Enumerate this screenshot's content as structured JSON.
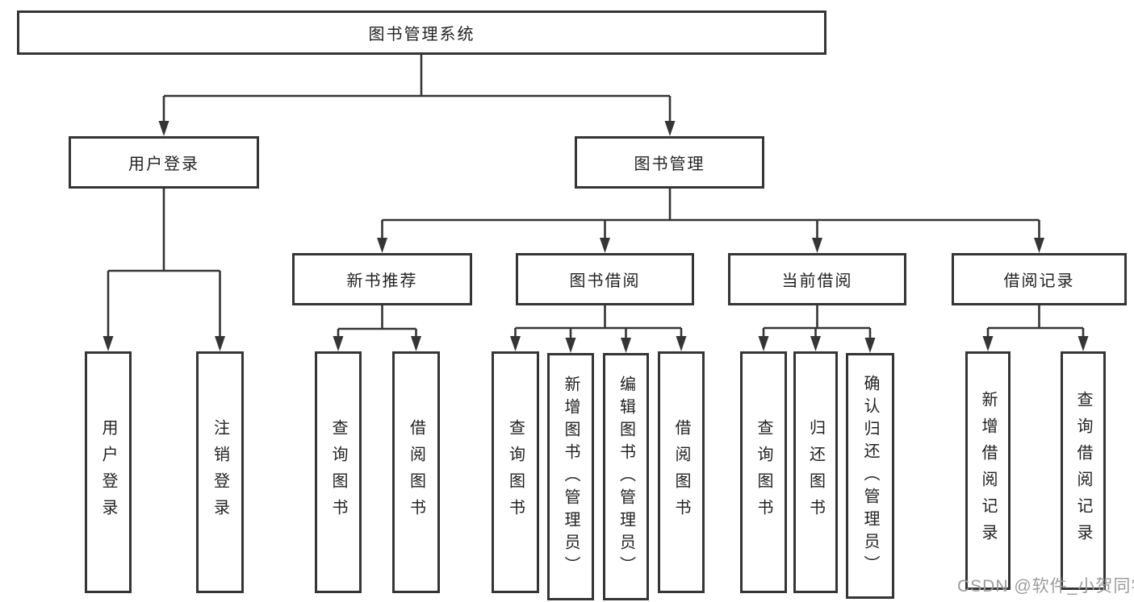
{
  "colors": {
    "line": "#353535",
    "text": "#222222",
    "watermark": "#9c9c9c",
    "background": "#ffffff"
  },
  "tree": {
    "root": {
      "label": "图书管理系统"
    },
    "user_login": {
      "label": "用户登录",
      "children": [
        "用户登录",
        "注销登录"
      ]
    },
    "book_mgmt": {
      "label": "图书管理",
      "new_book_rec": {
        "label": "新书推荐",
        "children": [
          "查询图书",
          "借阅图书"
        ]
      },
      "book_borrow": {
        "label": "图书借阅",
        "children": [
          "查询图书",
          "新增图书（管理员）",
          "编辑图书（管理员）",
          "借阅图书"
        ]
      },
      "current_borrow": {
        "label": "当前借阅",
        "children": [
          "查询图书",
          "归还图书",
          "确认归还（管理员）"
        ]
      },
      "borrow_record": {
        "label": "借阅记录",
        "children": [
          "新增借阅记录",
          "查询借阅记录"
        ]
      }
    }
  },
  "watermark": {
    "text": "CSDN @软件_小贺同学"
  }
}
